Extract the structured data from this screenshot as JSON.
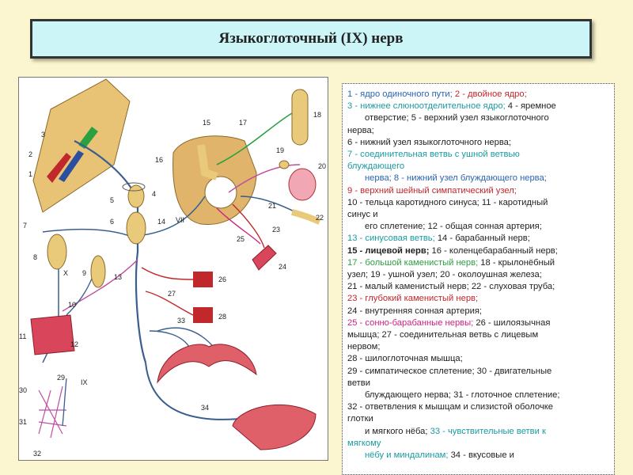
{
  "title": "Языкоглоточный (IX) нерв",
  "diagram": {
    "numbers": [
      "1",
      "2",
      "3",
      "4",
      "5",
      "6",
      "7",
      "8",
      "9",
      "10",
      "11",
      "12",
      "13",
      "14",
      "15",
      "16",
      "17",
      "18",
      "19",
      "20",
      "21",
      "22",
      "23",
      "24",
      "25",
      "26",
      "27",
      "28",
      "29",
      "30",
      "31",
      "32",
      "33",
      "34"
    ],
    "roman": [
      "VII",
      "X",
      "IX"
    ]
  },
  "legend": [
    [
      {
        "t": "1 - ядро одиночного пути; ",
        "c": "blue"
      },
      {
        "t": "2 - двойное ядро;",
        "c": "red"
      }
    ],
    [
      {
        "t": "3 - нижнее слюноотделительное ядро; ",
        "c": "teal"
      },
      {
        "t": "4 - яремное",
        "c": ""
      }
    ],
    [
      {
        "t": "отверстие; 5 - верхний узел языкоглоточного",
        "c": "",
        "indent": true
      }
    ],
    [
      {
        "t": "нерва;",
        "c": ""
      }
    ],
    [
      {
        "t": "6 - нижний узел языкоглоточного нерва;",
        "c": ""
      }
    ],
    [
      {
        "t": "7 - соединительная ветвь с ушной ветвью",
        "c": "teal"
      }
    ],
    [
      {
        "t": "блуждающего",
        "c": "teal"
      }
    ],
    [
      {
        "t": "нерва; 8 - нижний узел блуждающего нерва;",
        "c": "blue",
        "indent": true
      }
    ],
    [
      {
        "t": "9 - верхний шейный симпатический узел;",
        "c": "red"
      }
    ],
    [
      {
        "t": "10 - тельца каротидного синуса; 11 - каротидный",
        "c": ""
      }
    ],
    [
      {
        "t": "синус и",
        "c": ""
      }
    ],
    [
      {
        "t": "его сплетение; 12 - общая сонная артерия;",
        "c": "",
        "indent": true
      }
    ],
    [
      {
        "t": "13 - синусовая ветвь; ",
        "c": "teal"
      },
      {
        "t": "14 - барабанный нерв;",
        "c": ""
      }
    ],
    [
      {
        "t": "15 - лицевой нерв; ",
        "c": "bold"
      },
      {
        "t": "16 - коленцебарабанный нерв;",
        "c": ""
      }
    ],
    [
      {
        "t": "17 - большой каменистый нерв; ",
        "c": "green"
      },
      {
        "t": "18 - крылонёбный",
        "c": ""
      }
    ],
    [
      {
        "t": "узел; 19 - ушной узел; 20 - околоушная железа;",
        "c": ""
      }
    ],
    [
      {
        "t": "21 - малый каменистый нерв; 22 - слуховая труба;",
        "c": ""
      }
    ],
    [
      {
        "t": "23 - глубокий каменистый нерв;",
        "c": "red"
      }
    ],
    [
      {
        "t": "24 - внутренняя сонная артерия;",
        "c": ""
      }
    ],
    [
      {
        "t": "25 - сонно-барабанные нервы; ",
        "c": "pink"
      },
      {
        "t": "26 - шилоязычная",
        "c": ""
      }
    ],
    [
      {
        "t": "мышца; 27 - соединительная ветвь с лицевым",
        "c": ""
      }
    ],
    [
      {
        "t": "нервом;",
        "c": ""
      }
    ],
    [
      {
        "t": "28 - шилоглоточная мышца;",
        "c": ""
      }
    ],
    [
      {
        "t": "29 - симпатическое сплетение; 30 - двигательные",
        "c": ""
      }
    ],
    [
      {
        "t": "ветви",
        "c": ""
      }
    ],
    [
      {
        "t": "блуждающего нерва; 31 - глоточное сплетение;",
        "c": "",
        "indent": true
      }
    ],
    [
      {
        "t": "32 - ответвления к мышцам и слизистой оболочке",
        "c": ""
      }
    ],
    [
      {
        "t": "глотки",
        "c": ""
      }
    ],
    [
      {
        "t": "и мягкого нёба; ",
        "c": "",
        "indent": true
      },
      {
        "t": "33 - чувствительные ветви к",
        "c": "teal"
      }
    ],
    [
      {
        "t": "мягкому",
        "c": "teal"
      }
    ],
    [
      {
        "t": "нёбу и миндалинам; ",
        "c": "teal",
        "indent": true
      },
      {
        "t": "34 - вкусовые и",
        "c": ""
      }
    ]
  ],
  "colors": {
    "background": "#fbf6cf",
    "title_bg": "#ccf5f8",
    "nerve": "#3a5f8f",
    "ganglion": "#e9c97a",
    "artery": "#d9455a",
    "brainstem": "#e8c275"
  }
}
